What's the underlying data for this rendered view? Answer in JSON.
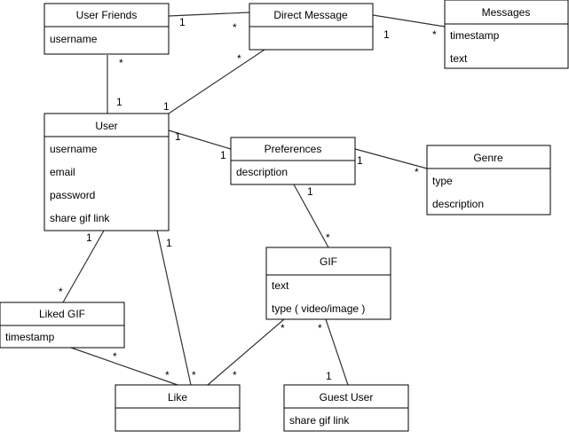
{
  "classes": {
    "user_friends": {
      "name": "User Friends",
      "attrs": [
        "username"
      ]
    },
    "direct_message": {
      "name": "Direct Message",
      "attrs": []
    },
    "messages": {
      "name": "Messages",
      "attrs": [
        "timestamp",
        "text"
      ]
    },
    "user": {
      "name": "User",
      "attrs": [
        "username",
        "email",
        "password",
        "share gif link"
      ]
    },
    "preferences": {
      "name": "Preferences",
      "attrs": [
        "description"
      ]
    },
    "genre": {
      "name": "Genre",
      "attrs": [
        "type",
        "description"
      ]
    },
    "gif": {
      "name": "GIF",
      "attrs": [
        "text",
        "type ( video/image )"
      ]
    },
    "liked_gif": {
      "name": "Liked GIF",
      "attrs": [
        "timestamp"
      ]
    },
    "like": {
      "name": "Like",
      "attrs": []
    },
    "guest_user": {
      "name": "Guest User",
      "attrs": [
        "share gif link"
      ]
    }
  },
  "multiplicities": {
    "uf_dm_uf": "1",
    "uf_dm_dm": "*",
    "dm_msg_dm": "1",
    "dm_msg_msg": "*",
    "uf_user_uf": "*",
    "uf_user_user": "1",
    "user_dm_dm": "*",
    "user_dm_user": "1",
    "user_pref_user": "1",
    "user_pref_pref": "1",
    "pref_genre_pref": "1",
    "pref_genre_genre": "*",
    "pref_gif_pref": "1",
    "pref_gif_gif": "*",
    "user_liked_user": "1",
    "user_liked_liked": "*",
    "liked_like_liked": "*",
    "liked_like_like": "*",
    "user_like_user": "1",
    "user_like_like": "*",
    "gif_like_gif": "*",
    "gif_like_like": "*",
    "gif_guest_gif": "*",
    "gif_guest_guest": "1"
  }
}
